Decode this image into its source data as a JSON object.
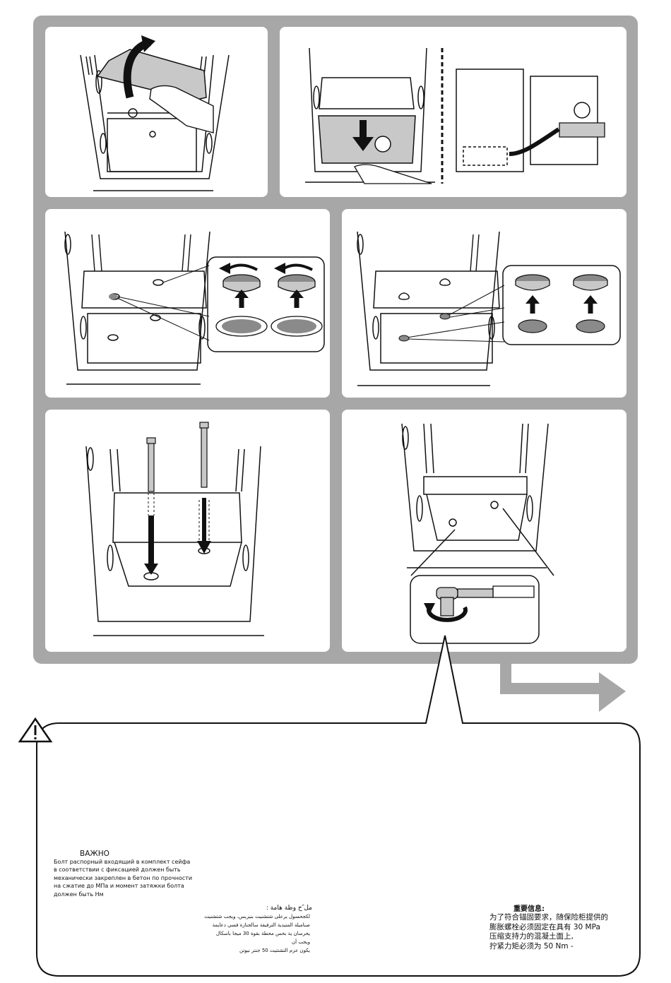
{
  "warning_icon": "warning-triangle-icon",
  "colors": {
    "frame": "#a7a7a7",
    "steel": "#c8c8c8",
    "cap": "#8a8a8a",
    "line": "#111111"
  },
  "notes": {
    "ru_title": "ВАЖНО",
    "ru_body": "Болт распорный  входящий в комплект сейфа\nв соответствии с фиксацией должен быть\nмеханически закреплен в бетон по прочности\nна сжатие до        МПа  и момент затяжки болта\nдолжен быть       Нм",
    "ar_title": "مل ًح وظة هامة :",
    "ar_body": "لكجحسول يرعلى شتشنيت بنيربس، ويجب شتشنيت\nصناميلة المتيدية الترفيقة سالجنازة فسي دعايمة\nيحرسان ية بحس محطة بقوة 30 ميجا باسكال ويجب أن\nيكون عزم التشتتيت 50 جنتر نيوتن",
    "zh_title": "重要信息:",
    "zh_body": "为了符合锚固要求，随保险柜提供的\n膨胀螺栓必须固定在具有 30 MPa\n压缩支持力的混凝土面上,\n拧紧力矩必须为  50 Nm -"
  }
}
